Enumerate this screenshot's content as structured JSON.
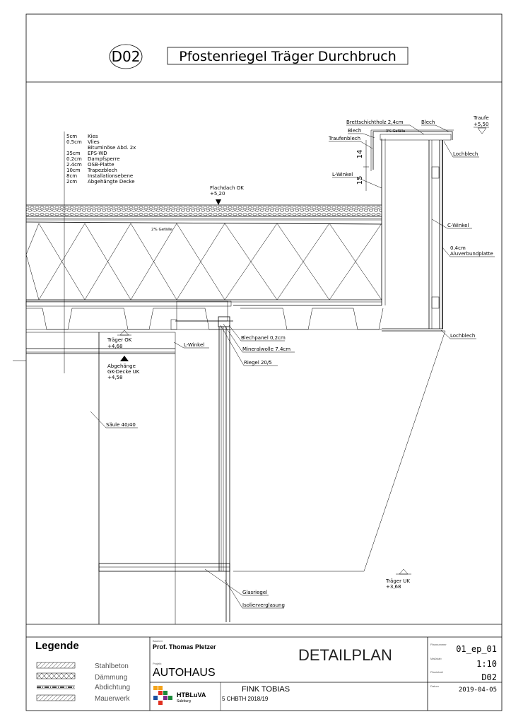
{
  "header": {
    "detail_id": "D02",
    "title": "Pfostenriegel Träger Durchbruch"
  },
  "layers": {
    "thickness": [
      "5cm",
      "0.5cm",
      "",
      "35cm",
      "0.2cm",
      "2.4cm",
      "10cm",
      "8cm",
      "2cm"
    ],
    "material": [
      "Kies",
      "Vlies",
      "Bituminöse Abd. 2x",
      "EPS-WD",
      "Dampfsperre",
      "OSB-Platte",
      "Trapezblech",
      "Installationsebene",
      "Abgehängte Decke"
    ]
  },
  "levels": {
    "flachdach_label": "Flachdach OK",
    "flachdach_value": "+5,20",
    "traufe_label": "Traufe",
    "traufe_value": "+5,50",
    "traeger_ok_label": "Träger OK",
    "traeger_ok_value": "+4,68",
    "abgehaengt_label1": "Abgehänge",
    "abgehaengt_label2": "GK-Decke UK",
    "abgehaengt_value": "+4,58",
    "traeger_uk_label": "Träger UK",
    "traeger_uk_value": "+3,68"
  },
  "labels": {
    "brettschichtholz": "Brettschichtholz 2,4cm",
    "blech_top": "Blech",
    "blech_left": "Blech",
    "gefaelle_3": "3% Gefälle",
    "traufenblech": "Traufenblech",
    "lochblech_top": "Lochblech",
    "l_winkel_top": "L-Winkel",
    "gefaelle_2": "2% Gefälle",
    "c_winkel": "C-Winkel",
    "aluverbund_1": "0,4cm",
    "aluverbund_2": "Aluverbundplatte",
    "lochblech_bottom": "Lochblech",
    "blechpanel": "Blechpanel 0,2cm",
    "mineralwolle": "Mineralwolle 7.4cm",
    "riegel": "Riegel 20/5",
    "l_winkel_bottom": "L-Winkel",
    "saeule": "Säule 40/40",
    "glasriegel": "Glasriegel",
    "isolierverglasung": "Isolierverglasung"
  },
  "dims": {
    "d14": "14",
    "d15": "15"
  },
  "legend": {
    "heading": "Legende",
    "items": [
      "Stahlbeton",
      "Dämmung",
      "Abdichtung",
      "Mauerwerk"
    ]
  },
  "titleblock": {
    "bauherr_caption": "Bauherr",
    "bauherr": "Prof. Thomas Pletzer",
    "projekt_caption": "Projekt",
    "projekt": "AUTOHAUS",
    "plan_type": "DETAILPLAN",
    "plannummer_caption": "Plannummer",
    "plannummer": "01_ep_01",
    "massstab_caption": "Maßstab",
    "massstab": "1:10",
    "planinhalt_caption": "Planinhalt",
    "planinhalt": "D02",
    "datum_caption": "Datum",
    "datum": "2019-04-05",
    "school": "HTBLuVA",
    "school_city": "Salzburg",
    "author": "FINK TOBIAS",
    "class": "5 CHBTH 2018/19"
  }
}
